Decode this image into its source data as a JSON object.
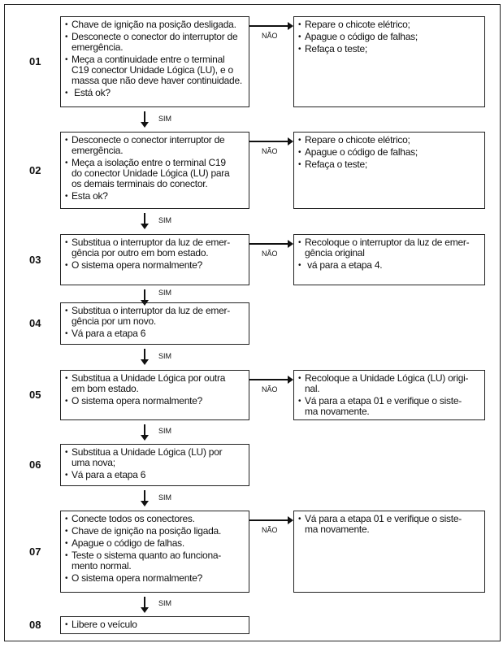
{
  "labels": {
    "no": "NÃO",
    "yes": "SIM"
  },
  "steps": [
    {
      "number": "01",
      "actions": [
        "Chave de ignição na posição desligada.",
        "Desconecte o conector do interruptor de\nemergência.",
        "Meça a continuidade entre o terminal\nC19 conector Unidade Lógica (LU), e o\nmassa que não deve haver continuidade.",
        " Está ok?"
      ],
      "on_no": [
        "Repare o chicote elétrico;",
        "Apague o código de falhas;",
        "Refaça o teste;"
      ]
    },
    {
      "number": "02",
      "actions": [
        "Desconecte o conector interruptor de\nemergência.",
        "Meça a isolação entre o terminal C19\ndo conector Unidade Lógica (LU) para\nos demais terminais do conector.",
        "Esta ok?"
      ],
      "on_no": [
        "Repare o chicote elétrico;",
        "Apague o código de falhas;",
        "Refaça o teste;"
      ]
    },
    {
      "number": "03",
      "actions": [
        "Substitua o interruptor da luz de emer-\ngência por outro em bom estado.",
        "O sistema opera normalmente?"
      ],
      "on_no": [
        "Recoloque o interruptor da luz de emer-\ngência original",
        " vá para a etapa 4."
      ]
    },
    {
      "number": "04",
      "actions": [
        "Substitua o interruptor da luz de emer-\ngência por um novo.",
        "Vá para a etapa 6"
      ],
      "on_no": []
    },
    {
      "number": "05",
      "actions": [
        "Substitua a Unidade Lógica por outra\nem bom estado.",
        "O sistema opera normalmente?"
      ],
      "on_no": [
        "Recoloque a Unidade Lógica (LU) origi-\nnal.",
        "Vá para a etapa 01 e verifique o siste-\nma novamente."
      ]
    },
    {
      "number": "06",
      "actions": [
        "Substitua a Unidade Lógica (LU) por\numa nova;",
        "Vá para a etapa 6"
      ],
      "on_no": []
    },
    {
      "number": "07",
      "actions": [
        "Conecte todos os conectores.",
        "Chave de ignição na posição ligada.",
        "Apague o código de falhas.",
        "Teste o sistema quanto ao funciona-\nmento normal.",
        "O sistema opera normalmente?"
      ],
      "on_no": [
        "Vá para a etapa 01 e verifique o siste-\nma novamente."
      ]
    },
    {
      "number": "08",
      "actions": [
        "Libere o veículo"
      ],
      "on_no": []
    }
  ]
}
